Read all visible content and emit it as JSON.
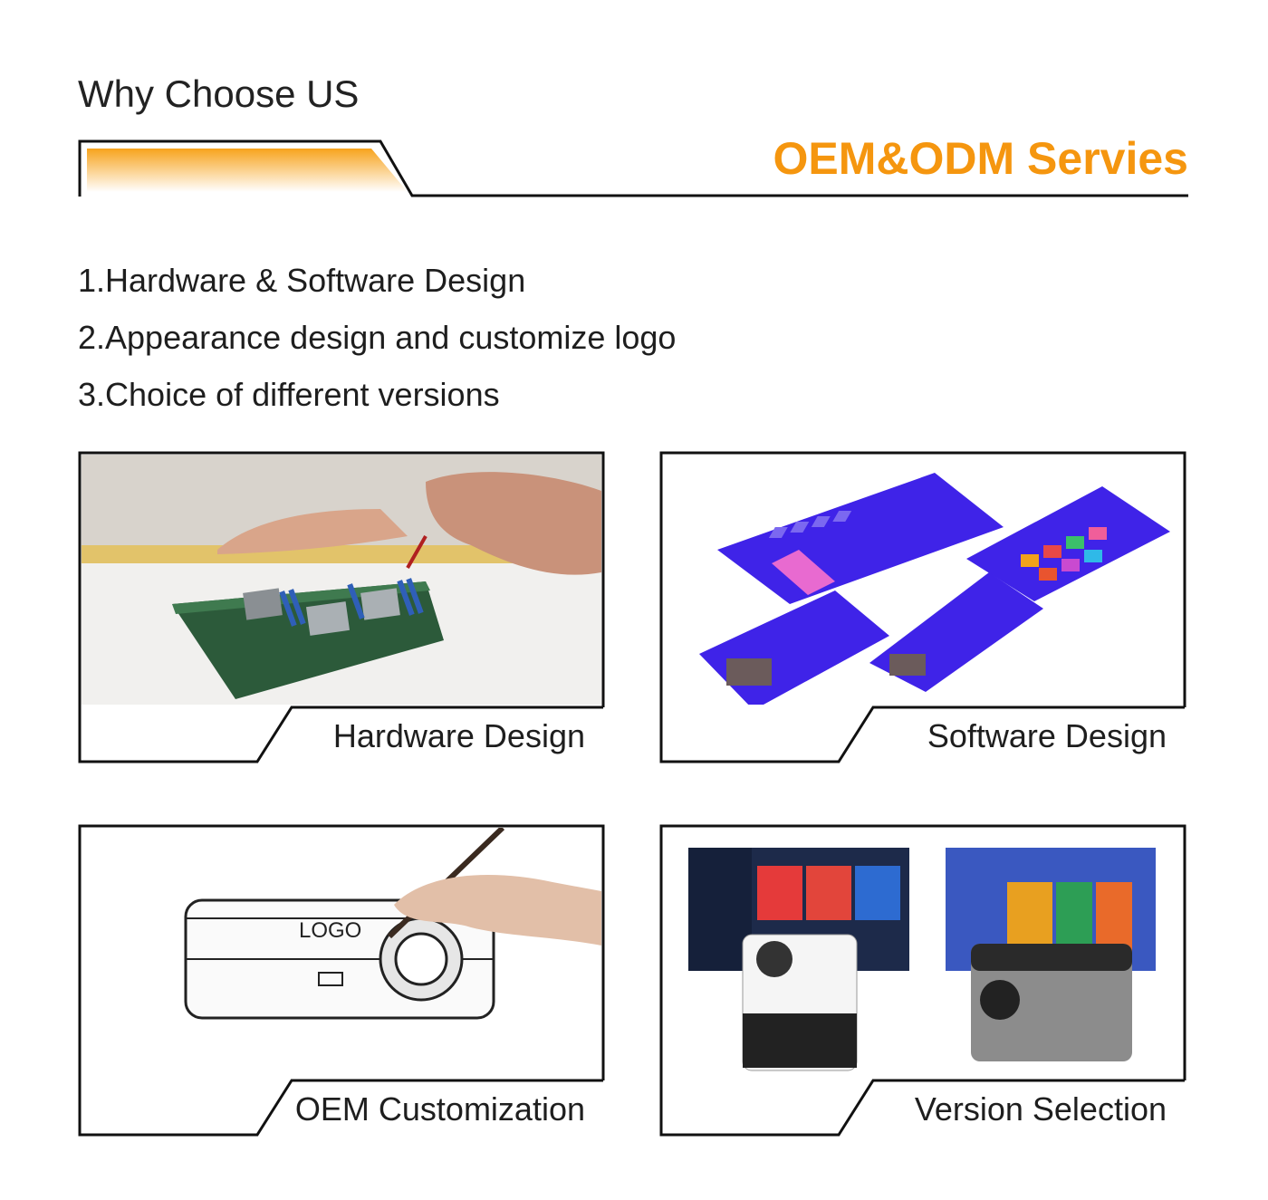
{
  "header": {
    "why_title": "Why Choose US",
    "oem_title": "OEM&ODM Servies",
    "accent_color": "#f5960f"
  },
  "services": [
    "1.Hardware & Software Design",
    "2.Appearance design and customize logo",
    "3.Choice of different versions"
  ],
  "cards": {
    "hardware": {
      "caption": "Hardware Design"
    },
    "software": {
      "caption": "Software Design"
    },
    "oem": {
      "caption": "OEM Customization",
      "logo_text": "LOGO"
    },
    "version": {
      "caption": "Version Selection"
    }
  }
}
